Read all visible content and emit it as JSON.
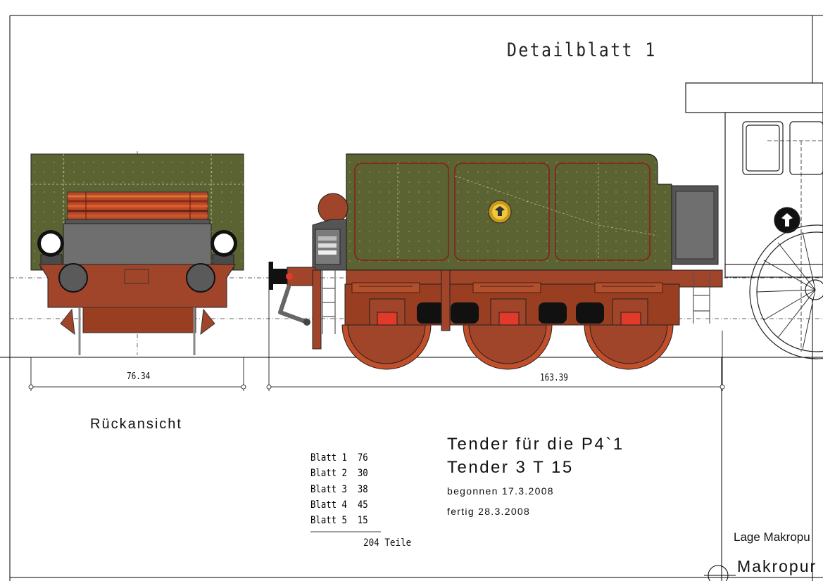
{
  "sheet": {
    "title": "Detailblatt 1",
    "rear_view_label": "Rückansicht",
    "dimension_rear_width": "76.34",
    "dimension_tender_length": "163.39"
  },
  "info": {
    "title_line1": "Tender für die P4`1",
    "title_line2": "Tender 3 T 15",
    "started": "begonnen 17.3.2008",
    "finished": "fertig 28.3.2008"
  },
  "parts_list": {
    "rows": [
      {
        "sheet": "Blatt 1",
        "count": "76"
      },
      {
        "sheet": "Blatt 2",
        "count": "30"
      },
      {
        "sheet": "Blatt 3",
        "count": "38"
      },
      {
        "sheet": "Blatt 4",
        "count": "45"
      },
      {
        "sheet": "Blatt 5",
        "count": "15"
      }
    ],
    "total": "204 Teile"
  },
  "corner": {
    "lage_label": "Lage Makropu",
    "makro_label": "Makropur"
  },
  "colors": {
    "body_green": "#5a6331",
    "frame_red": "#a0442a",
    "dark_red": "#7a2419",
    "orange": "#e0602a",
    "grey": "#6f6f6f"
  }
}
